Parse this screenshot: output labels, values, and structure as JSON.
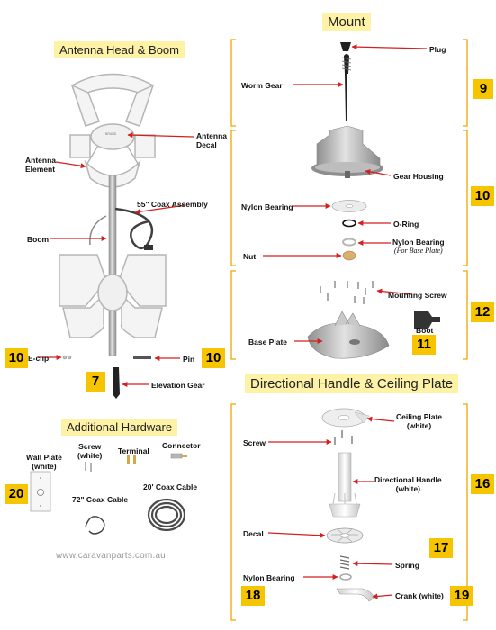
{
  "sections": {
    "mount": "Mount",
    "antenna_head_boom": "Antenna Head & Boom",
    "directional_handle_ceiling_plate": "Directional Handle & Ceiling Plate",
    "additional_hardware": "Additional Hardware"
  },
  "labels": {
    "plug": "Plug",
    "worm_gear": "Worm Gear",
    "gear_housing": "Gear Housing",
    "nylon_bearing": "Nylon Bearing",
    "o_ring": "O-Ring",
    "nylon_bearing_base": "Nylon Bearing",
    "nylon_bearing_base_sub": "(For Base Plate)",
    "nut": "Nut",
    "mounting_screw": "Mounting Screw",
    "boot": "Boot",
    "base_plate": "Base Plate",
    "antenna_decal_1": "Antenna",
    "antenna_decal_2": "Decal",
    "antenna_element_1": "Antenna",
    "antenna_element_2": "Element",
    "coax_assembly": "55\" Coax Assembly",
    "boom": "Boom",
    "e_clip": "E-clip",
    "pin": "Pin",
    "elevation_gear": "Elevation Gear",
    "ceiling_plate_1": "Ceiling Plate",
    "ceiling_plate_2": "(white)",
    "screw": "Screw",
    "directional_handle_1": "Directional Handle",
    "directional_handle_2": "(white)",
    "decal": "Decal",
    "spring": "Spring",
    "nylon_bearing_handle": "Nylon Bearing",
    "crank": "Crank (white)",
    "wall_plate_1": "Wall Plate",
    "wall_plate_2": "(white)",
    "screw_white_1": "Screw",
    "screw_white_2": "(white)",
    "terminal": "Terminal",
    "connector": "Connector",
    "coax_72": "72\" Coax Cable",
    "coax_20": "20' Coax Cable"
  },
  "badges": {
    "b9": "9",
    "b10_mount": "10",
    "b12": "12",
    "b11": "11",
    "b10_eclip": "10",
    "b10_pin": "10",
    "b7": "7",
    "b16": "16",
    "b17": "17",
    "b18": "18",
    "b19": "19",
    "b20": "20"
  },
  "watermark": "www.caravanparts.com.au",
  "colors": {
    "badge": "#f6c500",
    "title_highlight": "#fdf2a6",
    "bracket": "#f0a500",
    "leader": "#d42020"
  }
}
